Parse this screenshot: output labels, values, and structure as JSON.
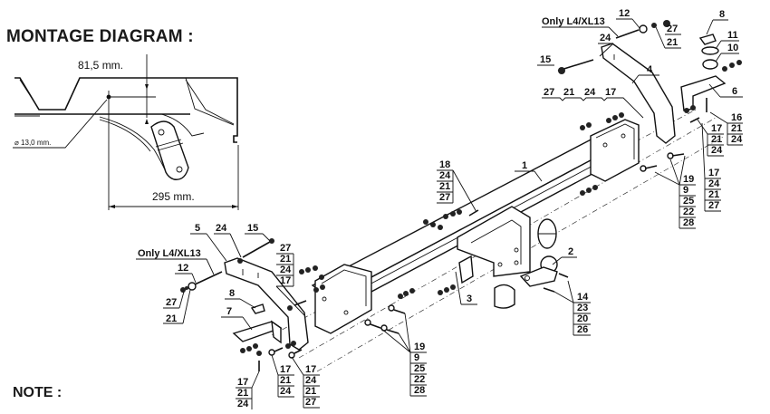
{
  "header": {
    "title": "MONTAGE DIAGRAM :"
  },
  "footer": {
    "note_label": "NOTE :"
  },
  "dimension_inset": {
    "offset_label": "81,5 mm.",
    "hole_label": "⌀ 13,0 mm.",
    "length_label": "295 mm."
  },
  "callouts": {
    "c1": "1",
    "c2": "2",
    "c3": "3",
    "c4": "4",
    "c5": "5",
    "c6": "6",
    "c7": "7",
    "c8_left": "8",
    "c8_right": "8",
    "c10": "10",
    "c11": "11",
    "c12_left": "12",
    "c12_right": "12",
    "c15_left": "15",
    "c15_right": "15",
    "c24_left": "24",
    "c24_right": "24",
    "only_left": "Only L4/XL13",
    "only_right": "Only L4/XL13",
    "c27_r12": "27",
    "c21_r12": "21",
    "c27_l12": "27",
    "c21_l12": "21"
  },
  "stacks": {
    "top_row": [
      "27",
      "21",
      "24",
      "17"
    ],
    "s16": [
      "16",
      "21",
      "24"
    ],
    "s17a": [
      "17",
      "21",
      "24"
    ],
    "s17b": [
      "17",
      "24",
      "21",
      "27"
    ],
    "s19_right": [
      "19",
      "9",
      "25",
      "22",
      "28"
    ],
    "s18": [
      "18",
      "24",
      "21",
      "27"
    ],
    "s14": [
      "14",
      "23",
      "20",
      "26"
    ],
    "s19_mid": [
      "19",
      "9",
      "25",
      "22",
      "28"
    ],
    "s27_left": [
      "27",
      "21",
      "24",
      "17"
    ],
    "s17_bl1": [
      "17",
      "21",
      "24"
    ],
    "s17_bl2": [
      "17",
      "21",
      "24"
    ],
    "s17_bl3": [
      "17",
      "24",
      "21",
      "27"
    ]
  }
}
